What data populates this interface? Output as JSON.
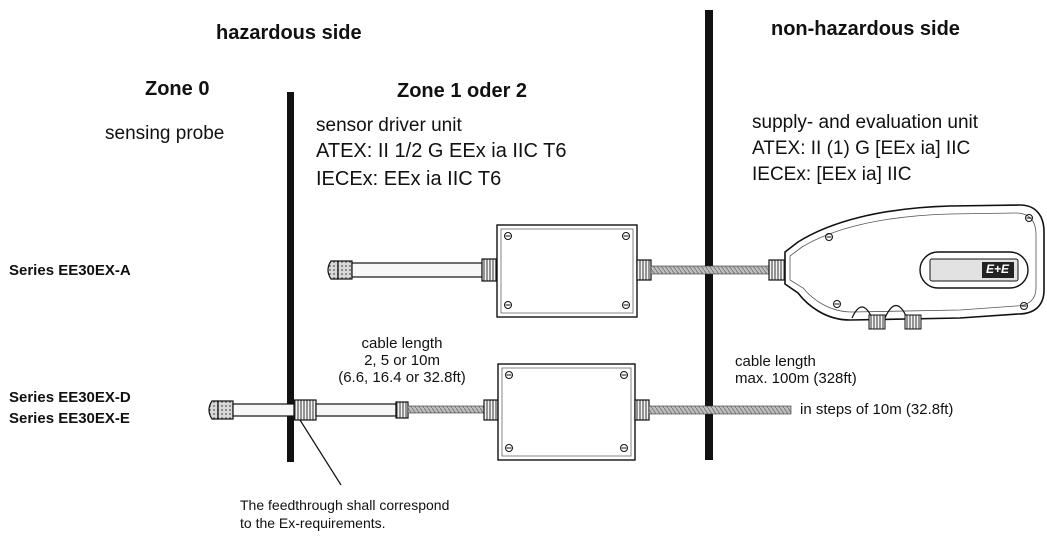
{
  "headings": {
    "hazardous_side": "hazardous side",
    "non_hazardous_side": "non-hazardous side",
    "zone0": "Zone 0",
    "zone12": "Zone 1 oder 2"
  },
  "probe": {
    "label": "sensing probe"
  },
  "driver_unit": {
    "line1": "sensor driver unit",
    "line2": "ATEX: II 1/2 G EEx ia IIC T6",
    "line3": "IECEx: EEx ia IIC T6"
  },
  "supply_unit": {
    "line1": "supply- and evaluation unit",
    "line2": "ATEX: II (1) G [EEx ia]  IIC",
    "line3": "IECEx: [EEx ia] IIC",
    "logo_text": "E+E"
  },
  "series": {
    "a": "Series EE30EX-A",
    "d": "Series EE30EX-D",
    "e": "Series EE30EX-E"
  },
  "cable_short": {
    "line1": "cable length",
    "line2": "2, 5 or 10m",
    "line3": "(6.6, 16.4 or 32.8ft)"
  },
  "cable_long": {
    "line1": "cable length",
    "line2": "max. 100m (328ft)",
    "line3": "in steps of 10m (32.8ft)"
  },
  "feedthrough": {
    "line1": "The feedthrough shall correspond",
    "line2": "to the Ex-requirements."
  }
}
